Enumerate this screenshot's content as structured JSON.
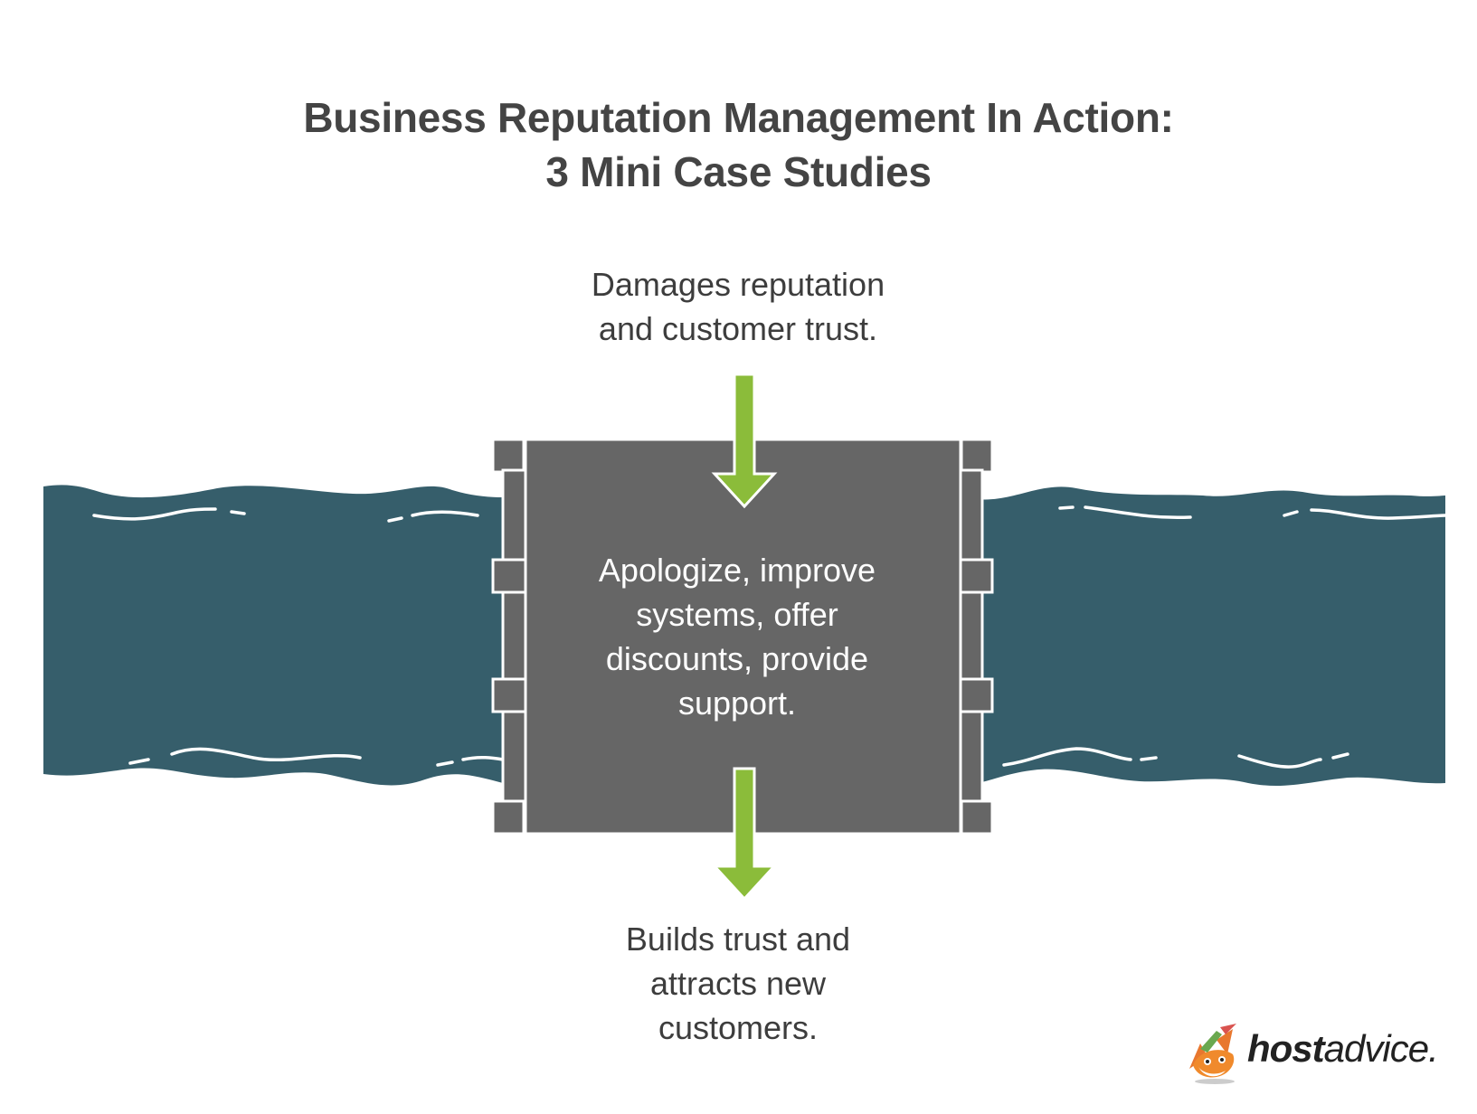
{
  "title": {
    "line1": "Business Reputation Management In Action:",
    "line2": "3 Mini Case Studies"
  },
  "problem": {
    "line1": "Damages reputation",
    "line2": "and customer trust."
  },
  "action": {
    "line1": "Apologize, improve",
    "line2": "systems, offer",
    "line3": "discounts, provide",
    "line4": "support."
  },
  "outcome": {
    "line1": "Builds trust and",
    "line2": "attracts new",
    "line3": "customers."
  },
  "logo": {
    "name_bold": "host",
    "name_light": "advice.",
    "icon": "fox-mascot-icon"
  },
  "colors": {
    "river": "#365e6b",
    "dam": "#666666",
    "arrow": "#8bbc3a",
    "title": "#444444",
    "text": "#3d3d3d"
  }
}
